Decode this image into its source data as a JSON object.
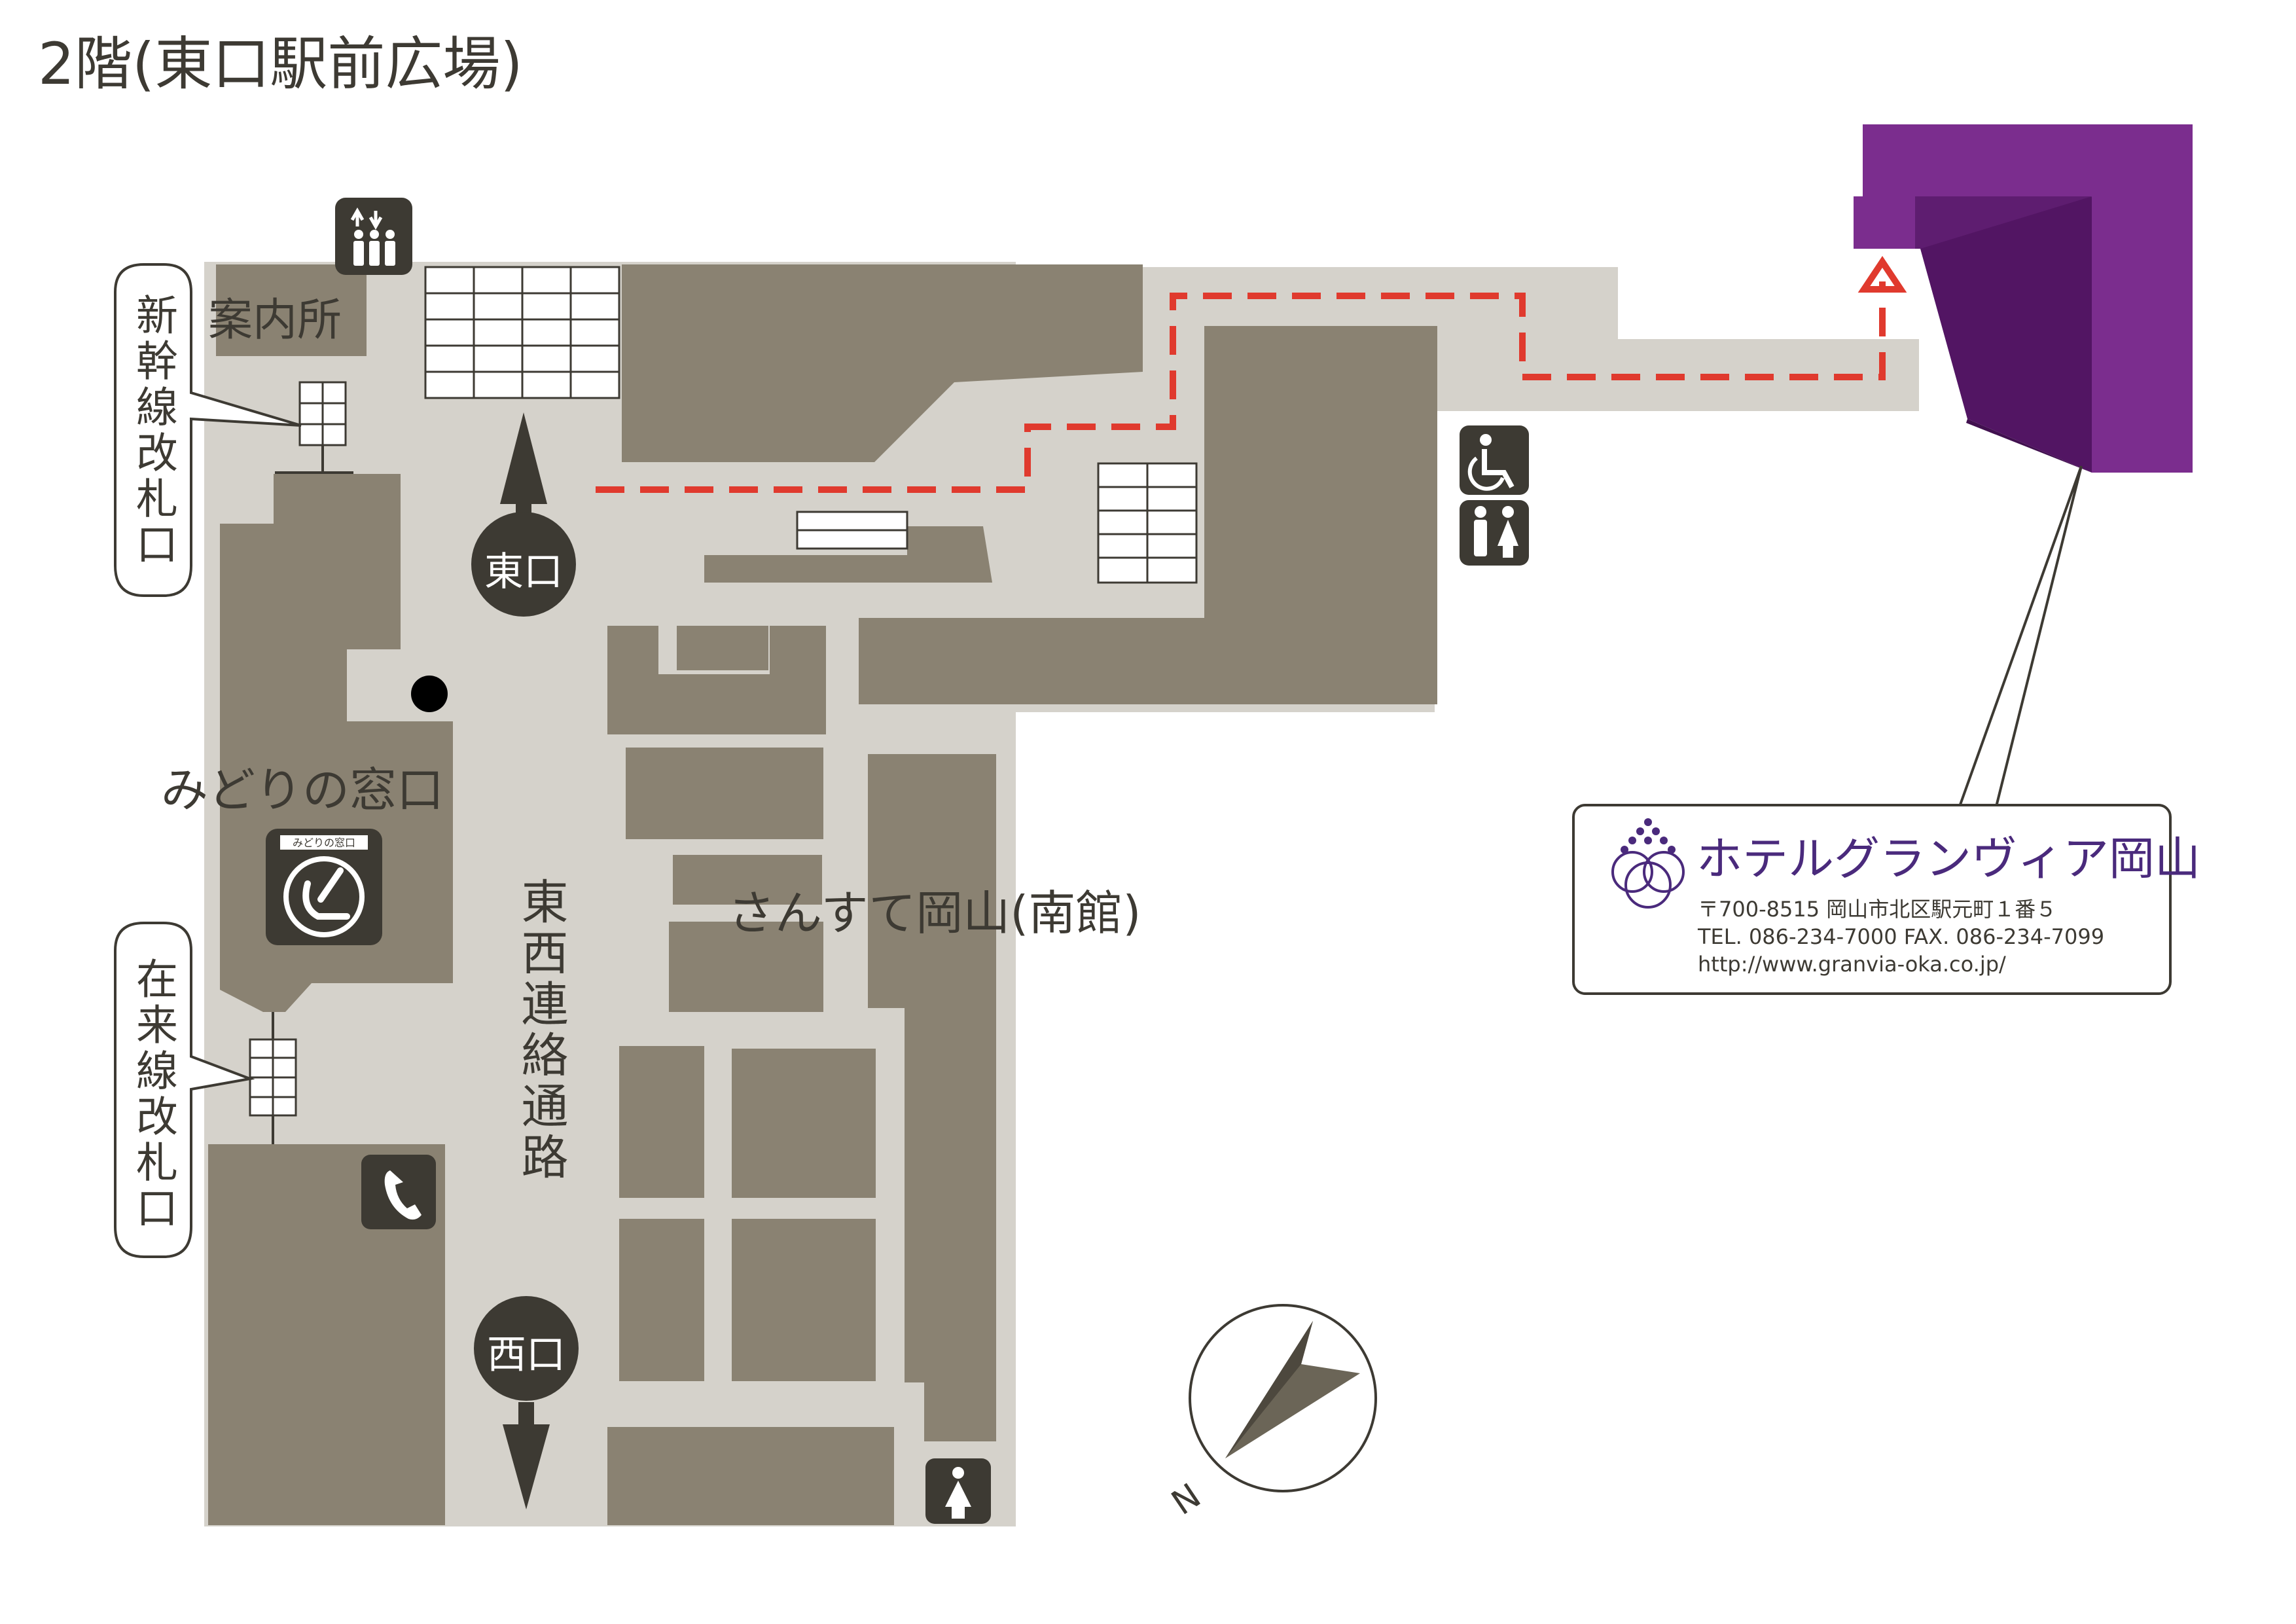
{
  "title": "2階(東口駅前広場)",
  "colors": {
    "floor": "#d5d2cb",
    "building": "#8a8272",
    "text": "#3d3a33",
    "route": "#e03a2e",
    "hotel_purple": "#7b2d8e",
    "hotel_purple_dark": "#521563"
  },
  "labels": {
    "info_center": "案内所",
    "shinkansen_gate": "新幹線改札口",
    "zairaisen_gate": "在来線改札口",
    "midori_window": "みどりの窓口",
    "midori_icon_caption": "みどりの窓口",
    "east_exit": "東口",
    "west_exit": "西口",
    "passage": "東西連絡通路",
    "sunste": "さんすて岡山(南館)",
    "north": "N"
  },
  "hotel": {
    "name": "ホテルグランヴィア岡山",
    "address": "〒700-8515 岡山市北区駅元町１番５",
    "tel": "TEL. 086-234-7000 FAX. 086-234-7099",
    "url": "http://www.granvia-oka.co.jp/"
  },
  "icons": [
    "elevator-icon",
    "wheelchair-icon",
    "restroom-icon",
    "womens-restroom-icon",
    "telephone-icon",
    "reserved-seat-machine-icon",
    "compass-icon",
    "north-arrow-icon",
    "hotel-logo-icon"
  ]
}
